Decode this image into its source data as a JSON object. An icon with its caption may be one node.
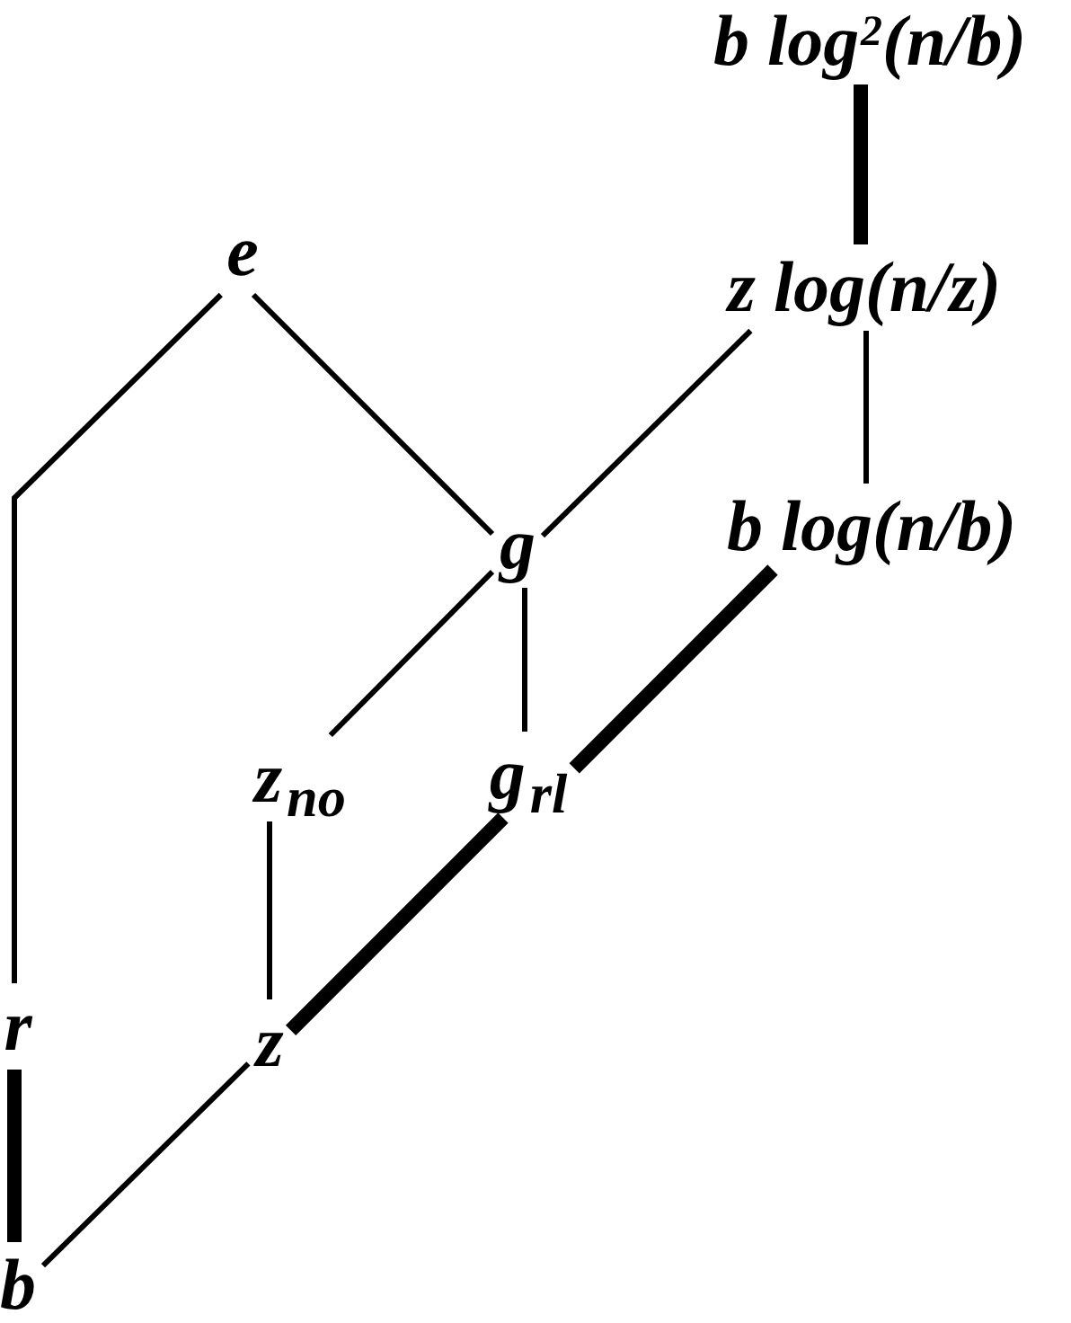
{
  "diagram": {
    "nodes": [
      {
        "text": [
          "b log$^{2}$(n/b)"
        ]
      },
      {
        "text": [
          "e"
        ]
      },
      {
        "text": [
          "z log(n/z)"
        ]
      },
      {
        "text": [
          "g"
        ]
      },
      {
        "text": [
          "b log(n/b)"
        ]
      },
      {
        "text": [
          "z$_{no}$"
        ]
      },
      {
        "text": [
          "g$_{rl}$"
        ]
      },
      {
        "text": [
          "r"
        ]
      },
      {
        "text": [
          "z"
        ]
      },
      {
        "text": [
          "b"
        ]
      }
    ],
    "edges": [
      {
        "from": 0,
        "to": 2,
        "arrow": "none",
        "style": "thick"
      },
      {
        "from": 2,
        "to": 3,
        "arrow": "none"
      },
      {
        "from": 2,
        "to": 4,
        "arrow": "none"
      },
      {
        "from": 1,
        "to": 3,
        "arrow": "none"
      },
      {
        "from": 1,
        "to": 7,
        "arrow": "none"
      },
      {
        "from": 3,
        "to": 5,
        "arrow": "none"
      },
      {
        "from": 3,
        "to": 6,
        "arrow": "none"
      },
      {
        "from": 4,
        "to": 6,
        "arrow": "none",
        "style": "thick"
      },
      {
        "from": 6,
        "to": 8,
        "arrow": "none",
        "style": "thick"
      },
      {
        "from": 5,
        "to": 8,
        "arrow": "none"
      },
      {
        "from": 7,
        "to": 9,
        "arrow": "none",
        "style": "thick"
      },
      {
        "from": 8,
        "to": 9,
        "arrow": "none"
      }
    ]
  }
}
